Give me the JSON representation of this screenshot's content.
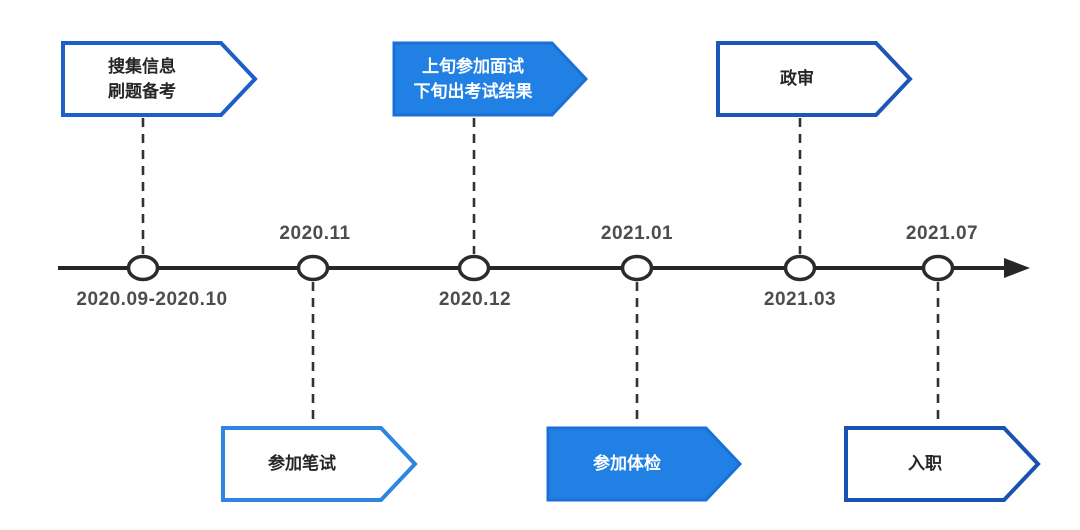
{
  "timeline": {
    "direction": "left-to-right",
    "nodes": [
      {
        "date": "2020.09-2020.10",
        "date_position": "below"
      },
      {
        "date": "2020.11",
        "date_position": "above"
      },
      {
        "date": "2020.12",
        "date_position": "below"
      },
      {
        "date": "2021.01",
        "date_position": "above"
      },
      {
        "date": "2021.03",
        "date_position": "below"
      },
      {
        "date": "2021.07",
        "date_position": "above"
      }
    ]
  },
  "banners": [
    {
      "position": "top",
      "style": "outline",
      "lines": [
        "搜集信息",
        "刷题备考"
      ]
    },
    {
      "position": "top",
      "style": "filled",
      "lines": [
        "上旬参加面试",
        "下旬出考试结果"
      ]
    },
    {
      "position": "top",
      "style": "outline",
      "lines": [
        "政审"
      ]
    },
    {
      "position": "bottom",
      "style": "outline",
      "lines": [
        "参加笔试"
      ]
    },
    {
      "position": "bottom",
      "style": "filled",
      "lines": [
        "参加体检"
      ]
    },
    {
      "position": "bottom",
      "style": "outline",
      "lines": [
        "入职"
      ]
    }
  ],
  "colors": {
    "banner_fill_blue": "#2080E4",
    "banner_filled_border": "#1B70D6",
    "banner_outline_border_dark": "#1E56B8",
    "banner_outline_border_medium": "#1D5FC8",
    "banner_outline_border_light": "#2E86E0",
    "banner_text_dark": "#262626",
    "banner_text_light": "#FFFFFF",
    "timeline_line": "#262626",
    "connector_dashed": "#333333",
    "date_text": "#4D4D4D",
    "node_fill": "#FFFFFF",
    "background": "#FFFFFF"
  }
}
